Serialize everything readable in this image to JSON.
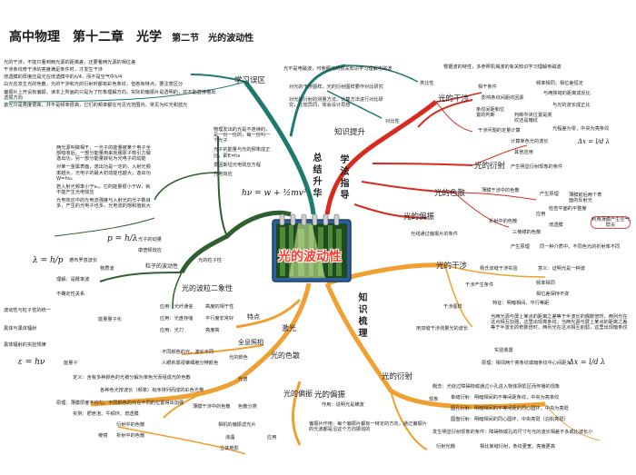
{
  "header": {
    "title": "高中物理　第十二章　光学",
    "subtitle": "第二节　光的波动性"
  },
  "center": {
    "label": "光的波动性"
  },
  "branches": {
    "learn": "学法指导",
    "summary": "总结升华",
    "knowledge": "知识梳理",
    "study_mistakes": "学习误区",
    "knowledge_up": "知识提升"
  },
  "topleft": {
    "mistakes": [
      "光的干涉，不能只看到两光源的距离差，还要看两光源的相位差",
      "干涉条纹奇干涉的亮度满足条件时，才发生干涉",
      "增透膜的厚度应是光在增透膜中的λ/4，而不是空气中λ/4",
      "白光在发生光的色散，光的干涉和光的衍射时都有彩色条纹，但各有特点，要注意区分",
      "偏振片上开设有偏振，读本上所画的只是为了形象理解方向，实际的偏振片是透明的，并不能直接看出透振方向",
      "激光只是亮度很高，并不是频率很高，它们的频率都在可见光范围内，常见为红光和蓝光"
    ],
    "summary_notes": [
      "两光源叫做相干，一光子的能量被某个电子全部吸收后，一部分能量用来克服原子核引力做逸出功，另一部分能量转化为光电子的动能",
      "对某一金属表面，逸出功是一定的，入射光频率越大，光电子的最大初动能也越大；逸出功 W=hν₀",
      "若入射光频率小于ν₀，它的能量很小于W，就不能产生光电效应",
      "光电效应中的光电流强度与入射光的光子数目多，产生的光电子也多，光电流的饱和值就大"
    ],
    "photo_list": [
      "物理发出的光是不连续的，是一份一份的，每一份叫一个光子",
      "光子的能量与光的频率成正比，即E=hν",
      "爱因斯坦光电效应方程",
      "光电效应"
    ],
    "formula_photo": "hν = w + ½mv²",
    "photon_eq": "p = h/λ",
    "debroglie": "λ = h/p",
    "photon_nature": "光子的动量",
    "debroglie_label": "德布罗意波长",
    "wave_particle": "光的波粒二象性",
    "particle_items": [
      "光的粒子性",
      "康普顿效应",
      "粒子的波动性",
      "物质波",
      "理解：是概率波",
      "不确定性关系"
    ],
    "quant": [
      "波动性与粒子性的统一",
      "能量量子化",
      "黑体与黑体辐射",
      "黑体辐射的实验规律"
    ],
    "energy": "ε = hν",
    "energy_label": "能量子"
  },
  "left_mid": {
    "laser": "激光",
    "laser_items": [
      "应用：光纤通信",
      "应用：光盘存储",
      "应用：光刀",
      "高度的相干性",
      "平行度非常好",
      "亮度高"
    ],
    "features": "特点",
    "holography": "全息照相",
    "dispersion": "光的色散",
    "disp_items": [
      "不同颜色的光，波长不同",
      "人眼依靠视锥细胞分辨颜色",
      "光的颜色"
    ],
    "disp_def": "定义：含有多种颜色的光被分解为单色光而组成光的色散",
    "disp_spec": "各种色光按波长（频率）有序排列而成的彩色光带",
    "disp_prism": "原理：薄膜厚度不均匀，不同颜色的光在不同的位置得出加强",
    "thinfilm": "薄膜干涉中的色散",
    "phenom": "实例：肥皂泡、牛顿环、增透膜",
    "diffraction_disp": "衍射中的色散",
    "refraction_disp": "折射中的色散",
    "prism": "棱镜",
    "spectrum": "光谱",
    "polar": "光的偏振",
    "polar_items": [
      "色散分类",
      "相机的偏振滤光片",
      "液晶",
      "立体电影",
      "应用"
    ]
  },
  "top_center": {
    "t1": "光不是电磁波，可参照光的有关知识学习理解电磁波",
    "t2": "对光的干涉图样，光的衍射图样要作对比研究",
    "t3": "对光的衍射的测量方法，计算方法进行对比研究，比较异同，体会设计思想",
    "contrast": "对比性",
    "analogy": "类比性",
    "t4": "根据波的特性，多参照机械波的有关知识学习理解电磁波"
  },
  "right": {
    "interf": "光的干涉",
    "interf_items": [
      "相干条件",
      "频率相同，相位差恒定",
      "影响条纹间距的因素",
      "与光的波长成正比",
      "与两狭缝的距离成反比",
      "条纹间距和位置的判断",
      "判断中央位置是亮纹还是暗纹",
      "光程差为零，中央为亮条纹",
      "计算单色光的波长",
      "其他应用",
      "干涉问题的定量计算"
    ],
    "wavelen": "Δx = l/d λ",
    "diff": "光的衍射",
    "diff_cond": "产生明显衍射现象的条件",
    "stripe": "光的色散",
    "stripe_items": [
      "薄膜干涉中的色散",
      "产生原理",
      "薄膜前后两个表面的反射光",
      "应用",
      "检查平面的平整度",
      "增透膜",
      "三棱镜的色散",
      "产生原理",
      "同一种介质中，不同色光的折射率不同"
    ],
    "prism_disp": "折射中的色散",
    "thin": "薄膜干涉",
    "pol": "光的偏振",
    "pol_cond": "光线通过偏振片的条件",
    "rhs_lines": [
      "利用薄膜产生空气劈尖"
    ]
  },
  "bottom_right": {
    "interf2": "光的干涉",
    "yang": "杨氏双缝干涉实验",
    "yang_note": "意义：证明光是一种波",
    "cond": "干涉产生条件",
    "c1": "频率相同",
    "c2": "相位差保持不变",
    "pattern": "干涉图样",
    "pat_feature": "特征：明暗相间、平行等距",
    "bright": "当两光源与屏上某点的距离之差等于半波长的偶数倍时，两列光在这点相互加强，这里出现亮条纹；当两光源与屏上某点的距离之差等于半波长的奇数倍时，两列光在这点相互削弱，这里出现暗条纹",
    "measure": "用双缝干涉测量光的波长",
    "exp": "实验装置",
    "principle": "原理：相邻两个亮条纹或暗条纹中心间距为",
    "formula": "Δx = l/d λ",
    "diffr": "光的衍射",
    "diffr_def": "概念：光绕过障碍物或通过小孔进入物体阴影区而传播的现象",
    "diff_items": [
      "单缝衍射：明暗相间的不等间距条纹，中央为亮条纹",
      "圆孔衍射：明暗相间的不等间距的同心圆环，中央为亮斑",
      "圆盘衍射：明暗相间的同心圆环，中央亮斑（泊松亮斑）",
      "发生明显衍射现象的条件：障碍物或孔的尺寸与光的波长相差不多或比波长小"
    ],
    "grating": "衍射光栅",
    "grating_item": "相比单缝衍射，条纹更宽，亮度更高",
    "phenomenon": "现象",
    "pol2": "光的偏振",
    "pol_use": "作用：说明光是横波",
    "pol_def": "偏振片作用：每个偏振片都有一特定的方向，通过偏振片的光波都是沿这个方向振动的"
  },
  "colors": {
    "red": "#d62b1e",
    "orange": "#f0a030",
    "green": "#2e5f2e",
    "teal": "#1e7a6e",
    "blue": "#3a6ab0"
  }
}
